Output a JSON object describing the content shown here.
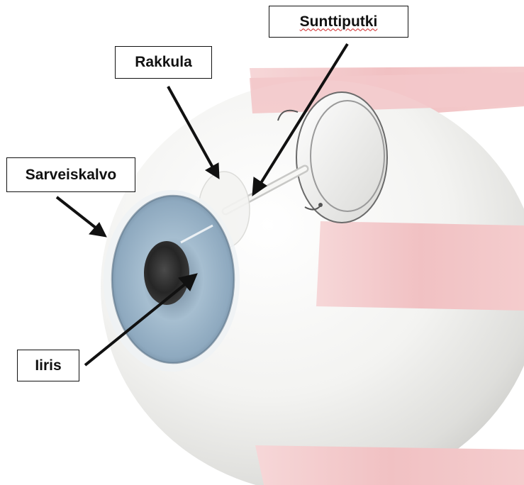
{
  "labels": {
    "shunt_tube": "Sunttiputki",
    "bleb": "Rakkula",
    "cornea": "Sarveiskalvo",
    "iris": "Iiris"
  },
  "colors": {
    "muscle": "#f2c7c9",
    "iris": "#9fb8cc",
    "pupil": "#2c2c2c",
    "sclera": "#f4f4f2",
    "arrow": "#111111",
    "spellcheck_underline": "#cc2222"
  }
}
